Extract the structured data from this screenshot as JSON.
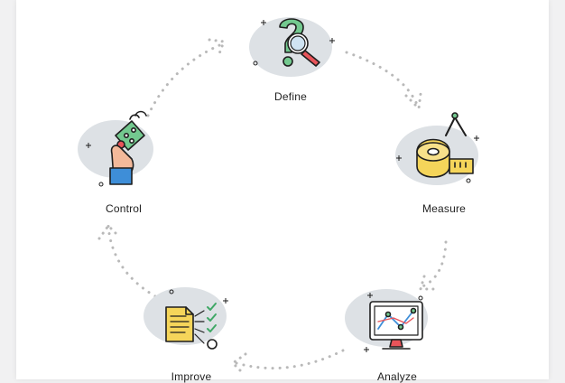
{
  "diagram": {
    "steps": [
      {
        "id": "define",
        "label": "Define",
        "icon": "magnifier-question-icon"
      },
      {
        "id": "measure",
        "label": "Measure",
        "icon": "tape-compass-icon"
      },
      {
        "id": "analyze",
        "label": "Analyze",
        "icon": "monitor-chart-icon"
      },
      {
        "id": "improve",
        "label": "Improve",
        "icon": "checklist-document-icon"
      },
      {
        "id": "control",
        "label": "Control",
        "icon": "hand-remote-icon"
      }
    ]
  },
  "colors": {
    "outline": "#1e1e1e",
    "blob": "#dde1e5",
    "dots": "#b9b9b9",
    "green": "#73c98f",
    "yellow": "#f5d55a",
    "red": "#e8545a",
    "skin": "#f3b99a",
    "blue": "#3e8ed8"
  }
}
